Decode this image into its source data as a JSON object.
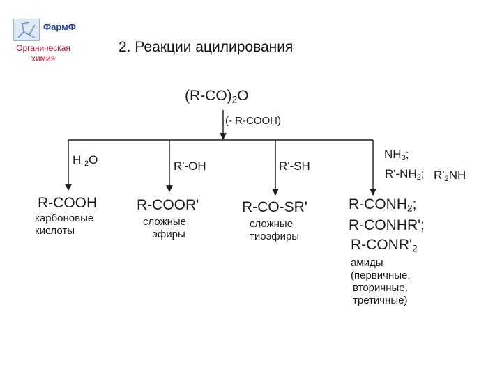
{
  "header": {
    "logo_text": "ФармФ",
    "subject_line1": "Органическая",
    "subject_line2": "химия",
    "title": "2. Реакции ацилирования"
  },
  "reagent": {
    "main": "(R-CO)",
    "main_sub": "2",
    "main_tail": "O",
    "note": "(- R-COOH)"
  },
  "branches": [
    {
      "reagent": "H",
      "reagent_sub": "2",
      "reagent_tail": "O",
      "product": "R-COOH",
      "desc_line1": "карбоновые",
      "desc_line2": "кислоты"
    },
    {
      "reagent": "R'-OH",
      "product": "R-COOR'",
      "desc_line1": "сложные",
      "desc_line2": "эфиры"
    },
    {
      "reagent": "R'-SH",
      "product": "R-CO-SR'",
      "desc_line1": "сложные",
      "desc_line2": "тиоэфиры"
    },
    {
      "reagent_a": "NH",
      "reagent_a_sub": "3",
      "reagent_a_tail": ";",
      "reagent_b": "R'-NH",
      "reagent_b_sub": "2",
      "reagent_b_tail": ";",
      "reagent_c": "R'",
      "reagent_c_sub": "2",
      "reagent_c_tail": "NH",
      "product_a": "R-CONH",
      "product_a_sub": "2",
      "product_a_tail": ";",
      "product_b": "R-CONHR';",
      "product_c": "R-CONR'",
      "product_c_sub": "2",
      "desc_line1": "амиды",
      "desc_line2": "(первичные,",
      "desc_line3": "вторичные,",
      "desc_line4": "третичные)"
    }
  ]
}
